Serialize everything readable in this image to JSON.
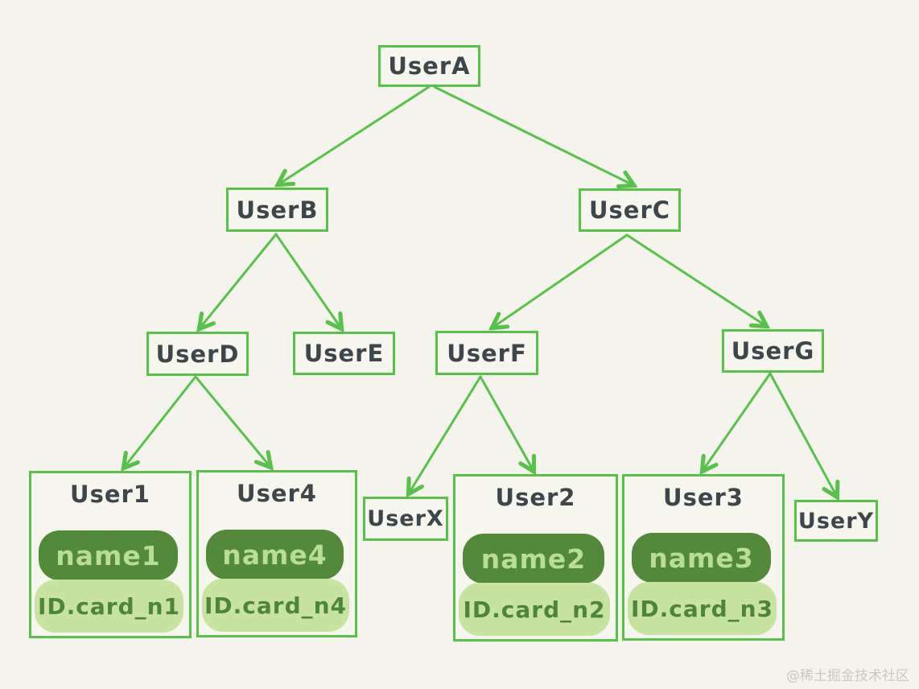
{
  "diagram": {
    "title_hint": "user referral tree",
    "colors": {
      "background": "#f4f3ec",
      "accent_green": "#57c14a",
      "node_text": "#3d464b",
      "name_pill_bg": "#52893a",
      "name_pill_text": "#b9dd92",
      "id_pill_bg": "#c7e3a0",
      "id_pill_text": "#4b8639",
      "watermark_text": "#cbc8be"
    },
    "nodes": {
      "userA": {
        "label": "UserA"
      },
      "userB": {
        "label": "UserB"
      },
      "userC": {
        "label": "UserC"
      },
      "userD": {
        "label": "UserD"
      },
      "userE": {
        "label": "UserE"
      },
      "userF": {
        "label": "UserF"
      },
      "userG": {
        "label": "UserG"
      },
      "userX": {
        "label": "UserX"
      },
      "userY": {
        "label": "UserY"
      }
    },
    "cards": {
      "user1": {
        "title": "User1",
        "name": "name1",
        "id_card": "ID.card_n1"
      },
      "user4": {
        "title": "User4",
        "name": "name4",
        "id_card": "ID.card_n4"
      },
      "user2": {
        "title": "User2",
        "name": "name2",
        "id_card": "ID.card_n2"
      },
      "user3": {
        "title": "User3",
        "name": "name3",
        "id_card": "ID.card_n3"
      }
    },
    "edges": [
      [
        "userA",
        "userB"
      ],
      [
        "userA",
        "userC"
      ],
      [
        "userB",
        "userD"
      ],
      [
        "userB",
        "userE"
      ],
      [
        "userC",
        "userF"
      ],
      [
        "userC",
        "userG"
      ],
      [
        "userD",
        "user1"
      ],
      [
        "userD",
        "user4"
      ],
      [
        "userF",
        "userX"
      ],
      [
        "userF",
        "user2"
      ],
      [
        "userG",
        "user3"
      ],
      [
        "userG",
        "userY"
      ]
    ]
  },
  "watermark": {
    "text": "@稀土掘金技术社区"
  }
}
